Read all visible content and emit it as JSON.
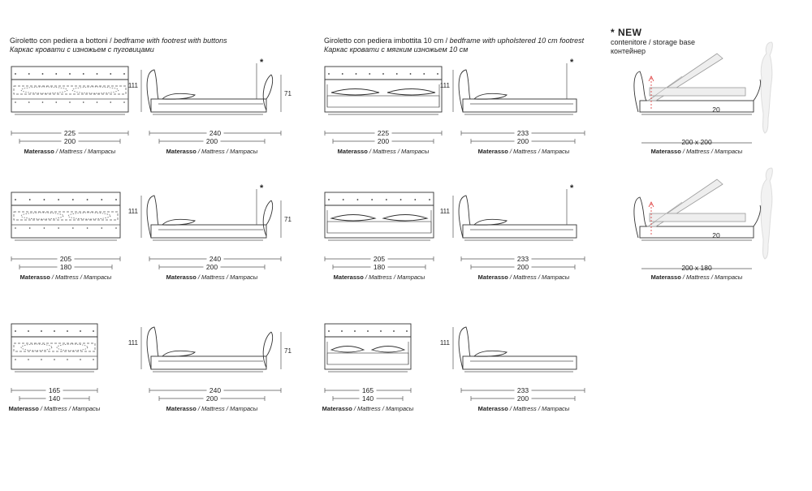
{
  "col1_header": {
    "it": "Giroletto con pediera a bottoni / ",
    "en": "bedframe with footrest with buttons",
    "ru": "Каркас кровати с изножьем с пуговицами"
  },
  "col2_header": {
    "it": "Giroletto con pediera imbottita 10 cm / ",
    "en": "bedframe with upholstered 10 cm footrest",
    "ru": "Каркас кровати с мягким изножьем 10 см"
  },
  "new_block": {
    "star_new": "* NEW",
    "it_en": "contenitore / storage base",
    "ru": "контейнер"
  },
  "mattress_label": {
    "it": "Materasso",
    "sep": " / ",
    "en": "Mattress",
    "sep2": " / ",
    "ru": "Матрасы"
  },
  "star": "*",
  "height_headboard": "111",
  "height_footrest": "71",
  "rows": [
    {
      "col1": {
        "width_outer": "225",
        "width_inner": "200",
        "length_outer": "240",
        "length_inner": "200"
      },
      "col2": {
        "width_outer": "225",
        "width_inner": "200",
        "length_outer": "233",
        "length_inner": "200"
      },
      "col3": {
        "size": "200 x 200",
        "lift": "20"
      }
    },
    {
      "col1": {
        "width_outer": "205",
        "width_inner": "180",
        "length_outer": "240",
        "length_inner": "200"
      },
      "col2": {
        "width_outer": "205",
        "width_inner": "180",
        "length_outer": "233",
        "length_inner": "200"
      },
      "col3": {
        "size": "200 x 180",
        "lift": "20"
      }
    },
    {
      "col1": {
        "width_outer": "165",
        "width_inner": "140",
        "length_outer": "240",
        "length_inner": "200"
      },
      "col2": {
        "width_outer": "165",
        "width_inner": "140",
        "length_outer": "233",
        "length_inner": "200"
      }
    }
  ]
}
